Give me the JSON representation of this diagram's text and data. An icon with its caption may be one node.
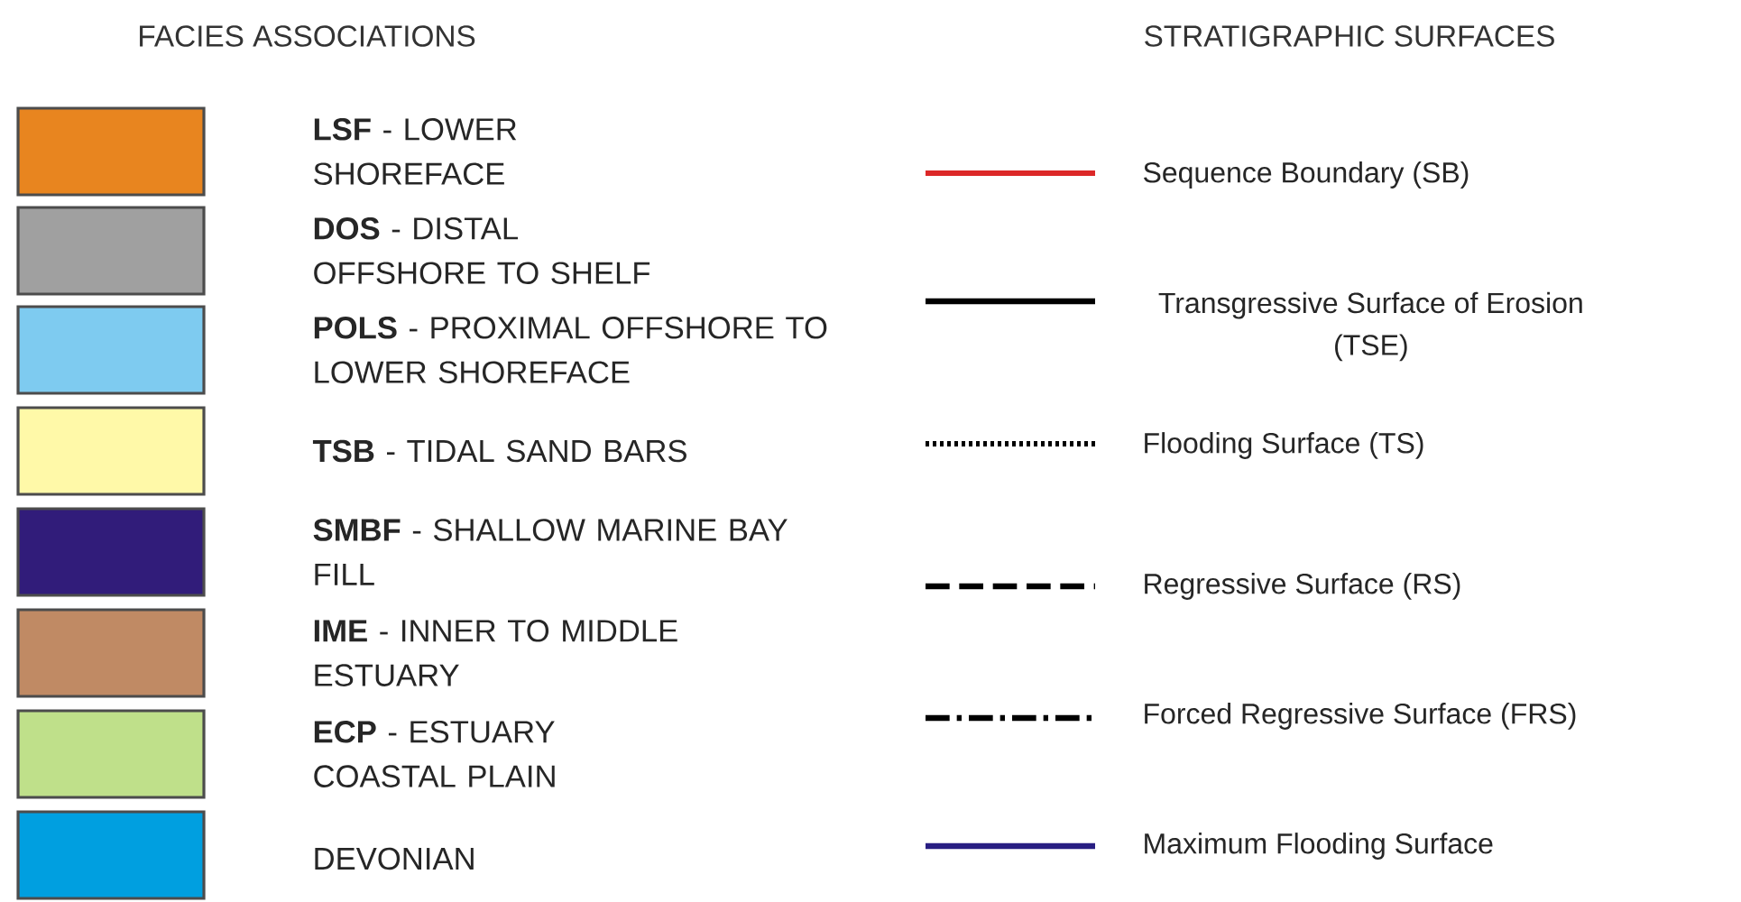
{
  "diagram": {
    "labels": [
      "FACIES ASSOCIATIONS",
      "STRATIGRAPHIC SURFACES"
    ],
    "legend": [
      {
        "text": "**LSF** - LOWER SHOREFACE",
        "color": "#e8851f"
      },
      {
        "text": "**DOS** - DISTAL OFFSHORE TO SHELF",
        "color": "#a0a0a0"
      },
      {
        "text": "**POLS** - PROXIMAL OFFSHORE TO LOWER SHOREFACE",
        "color": "#7ecbf0"
      },
      {
        "text": "**TSB** - TIDAL SAND BARS",
        "color": "#fff9a8"
      },
      {
        "text": "**SMBF** - SHALLOW MARINE BAY FILL",
        "color": "#311c7a"
      },
      {
        "text": "**IME** - INNER TO MIDDLE ESTUARY",
        "color": "#c08a64"
      },
      {
        "text": "**ECP** - ESTUARY COASTAL PLAIN",
        "color": "#bfe08a"
      },
      {
        "text": "DEVONIAN",
        "color": "#009fe0"
      },
      {
        "text": "Sequence Boundary (SB)"
      },
      {
        "text": "Transgressive Surface of Erosion (TSE)"
      },
      {
        "text": "Flooding Surface (TS)"
      },
      {
        "text": "Regressive Surface (RS)"
      },
      {
        "text": "Forced Regressive Surface (FRS)"
      },
      {
        "text": "Maximum Flooding Surface"
      }
    ]
  }
}
